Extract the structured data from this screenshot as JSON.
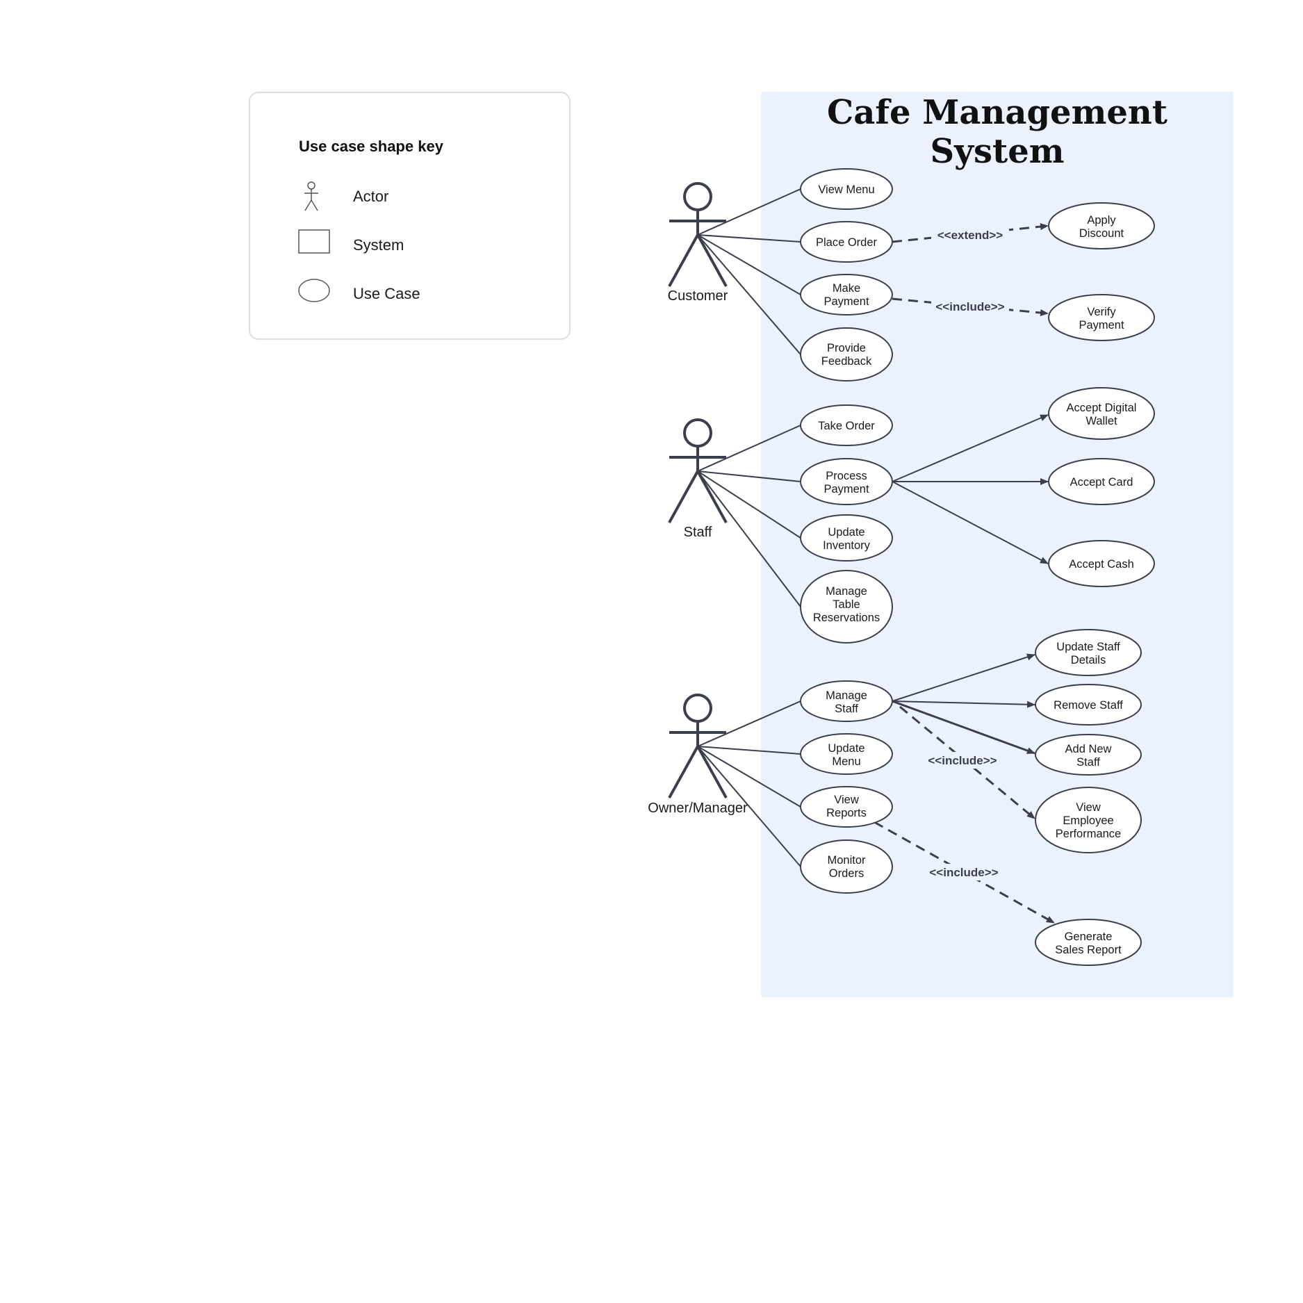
{
  "legend": {
    "title": "Use case shape key",
    "items": [
      {
        "label": "Actor",
        "icon": "actor-icon"
      },
      {
        "label": "System",
        "icon": "system-icon"
      },
      {
        "label": "Use Case",
        "icon": "use-case-icon"
      }
    ]
  },
  "system": {
    "title": "Cafe Management System",
    "background": "#ebf2fe"
  },
  "colors": {
    "stroke": "#3a3f4b",
    "ellipse_fill": "#ffffff"
  },
  "actors": [
    {
      "id": "customer",
      "label": "Customer"
    },
    {
      "id": "staff",
      "label": "Staff"
    },
    {
      "id": "owner",
      "label": "Owner/Manager"
    }
  ],
  "use_cases": {
    "view_menu": "View Menu",
    "place_order": "Place Order",
    "make_payment": [
      "Make",
      "Payment"
    ],
    "provide_feedback": [
      "Provide",
      "Feedback"
    ],
    "apply_discount": [
      "Apply",
      "Discount"
    ],
    "verify_payment": [
      "Verify",
      "Payment"
    ],
    "take_order": "Take Order",
    "process_payment": [
      "Process",
      "Payment"
    ],
    "update_inventory": [
      "Update",
      "Inventory"
    ],
    "manage_reservations": [
      "Manage",
      "Table",
      "Reservations"
    ],
    "accept_digital_wallet": [
      "Accept Digital",
      "Wallet"
    ],
    "accept_card": "Accept Card",
    "accept_cash": "Accept Cash",
    "manage_staff": [
      "Manage",
      "Staff"
    ],
    "update_menu": [
      "Update",
      "Menu"
    ],
    "view_reports": [
      "View",
      "Reports"
    ],
    "monitor_orders": [
      "Monitor",
      "Orders"
    ],
    "update_staff_details": [
      "Update Staff",
      "Details"
    ],
    "remove_staff": "Remove Staff",
    "add_new_staff": [
      "Add New",
      "Staff"
    ],
    "view_employee_performance": [
      "View",
      "Employee",
      "Performance"
    ],
    "generate_sales_report": [
      "Generate",
      "Sales Report"
    ]
  },
  "relationships": {
    "extend_label": "<<extend>>",
    "include_payment_label": "<<include>>",
    "include_staff_label": "<<include>>",
    "include_reports_label": "<<include>>"
  }
}
